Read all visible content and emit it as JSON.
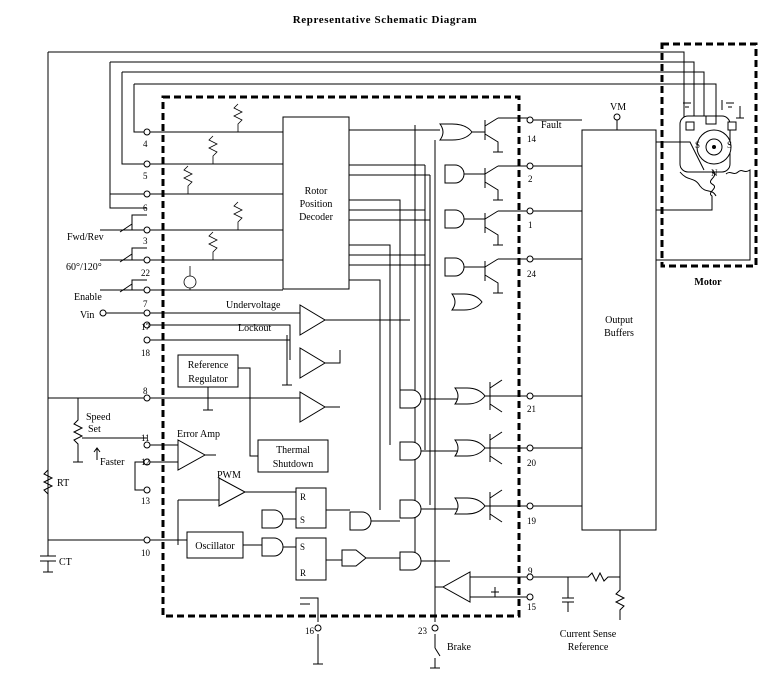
{
  "title": "Representative Schematic Diagram",
  "blocks": {
    "rotor_decoder": [
      "Rotor",
      "Position",
      "Decoder"
    ],
    "output_buffers": [
      "Output",
      "Buffers"
    ],
    "reference_regulator": [
      "Reference",
      "Regulator"
    ],
    "thermal_shutdown": [
      "Thermal",
      "Shutdown"
    ],
    "oscillator": "Oscillator",
    "error_amp": "Error Amp",
    "pwm": "PWM",
    "motor": "Motor"
  },
  "labels": {
    "fault": "Fault",
    "vm": "VM",
    "vin": "Vin",
    "fwd_rev": "Fwd/Rev",
    "sixty_120": "60°/120°",
    "enable": "Enable",
    "undervoltage": "Undervoltage",
    "lockout": "Lockout",
    "speed_set": [
      "Speed",
      "Set"
    ],
    "faster": "Faster",
    "rt": "RT",
    "ct": "CT",
    "brake": "Brake",
    "current_sense_reference": [
      "Current Sense",
      "Reference"
    ],
    "latch_r": "R",
    "latch_s": "S"
  },
  "pins": {
    "p4": "4",
    "p5": "5",
    "p6": "6",
    "p3": "3",
    "p22": "22",
    "p7": "7",
    "p17": "17",
    "p18": "18",
    "p8": "8",
    "p11": "11",
    "p12": "12",
    "p13": "13",
    "p10": "10",
    "p14": "14",
    "p2": "2",
    "p1": "1",
    "p24": "24",
    "p21": "21",
    "p20": "20",
    "p19": "19",
    "p9": "9",
    "p15": "15",
    "p16": "16",
    "p23": "23"
  }
}
